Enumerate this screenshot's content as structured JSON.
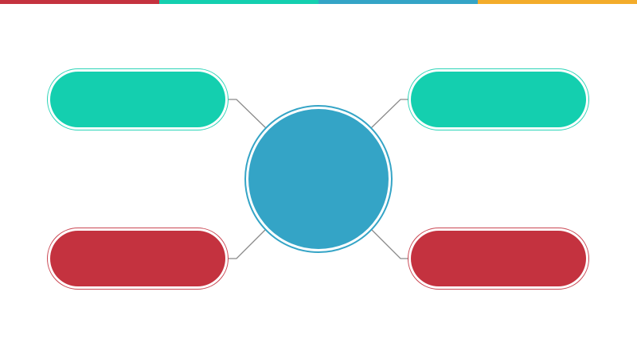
{
  "colors": {
    "bar": [
      "#c4323f",
      "#14cfaf",
      "#34a4c6",
      "#f3ac2b"
    ],
    "teal": "#14cfaf",
    "red": "#c4323f",
    "blue": "#34a4c6",
    "connector": "#8a8a8a"
  },
  "diagram": {
    "type": "mind-map",
    "center": {
      "label": "",
      "color": "blue"
    },
    "nodes": [
      {
        "position": "top-left",
        "label": "",
        "color": "teal"
      },
      {
        "position": "top-right",
        "label": "",
        "color": "teal"
      },
      {
        "position": "bottom-left",
        "label": "",
        "color": "red"
      },
      {
        "position": "bottom-right",
        "label": "",
        "color": "red"
      }
    ]
  }
}
